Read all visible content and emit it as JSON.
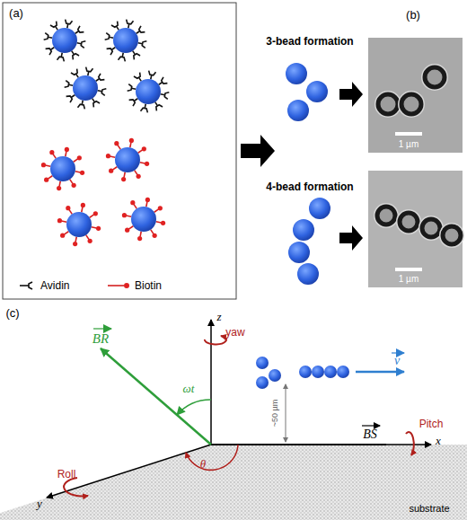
{
  "diagram": {
    "labels": [
      "(a)",
      "3-bead formation",
      "4-bead formation",
      "(b)",
      "1 µm",
      "1 µm",
      "(c)",
      "z",
      "yaw",
      "BR",
      "ωt",
      "~50 µm",
      "v",
      "x",
      "Pitch",
      "BS",
      "θ",
      "Roll",
      "y",
      "substrate"
    ],
    "legend": [
      {
        "text": "Avidin"
      },
      {
        "text": "Biotin"
      }
    ]
  }
}
